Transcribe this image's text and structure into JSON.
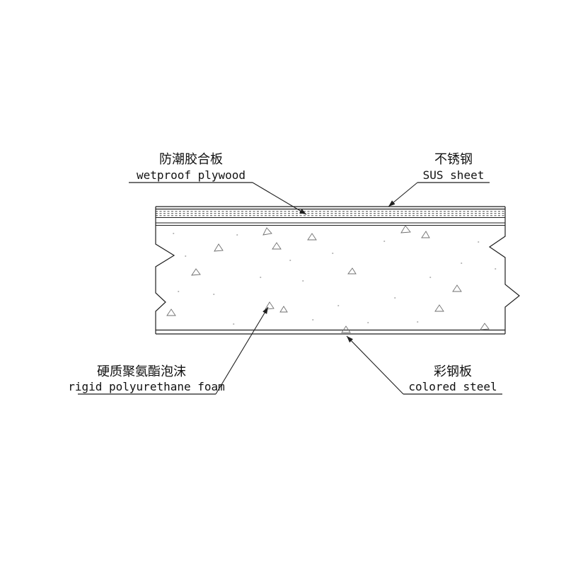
{
  "diagram": {
    "labels": {
      "plywood": {
        "zh": "防潮胶合板",
        "en": "wetproof plywood"
      },
      "sus_sheet": {
        "zh": "不锈钢",
        "en": "SUS sheet"
      },
      "foam": {
        "zh": "硬质聚氨酯泡沫",
        "en": "rigid polyurethane foam"
      },
      "colored_steel": {
        "zh": "彩钢板",
        "en": "colored steel"
      }
    },
    "colors": {
      "line": "#1f1f1f",
      "texture": "#6f6f6f",
      "background": "#ffffff"
    }
  }
}
